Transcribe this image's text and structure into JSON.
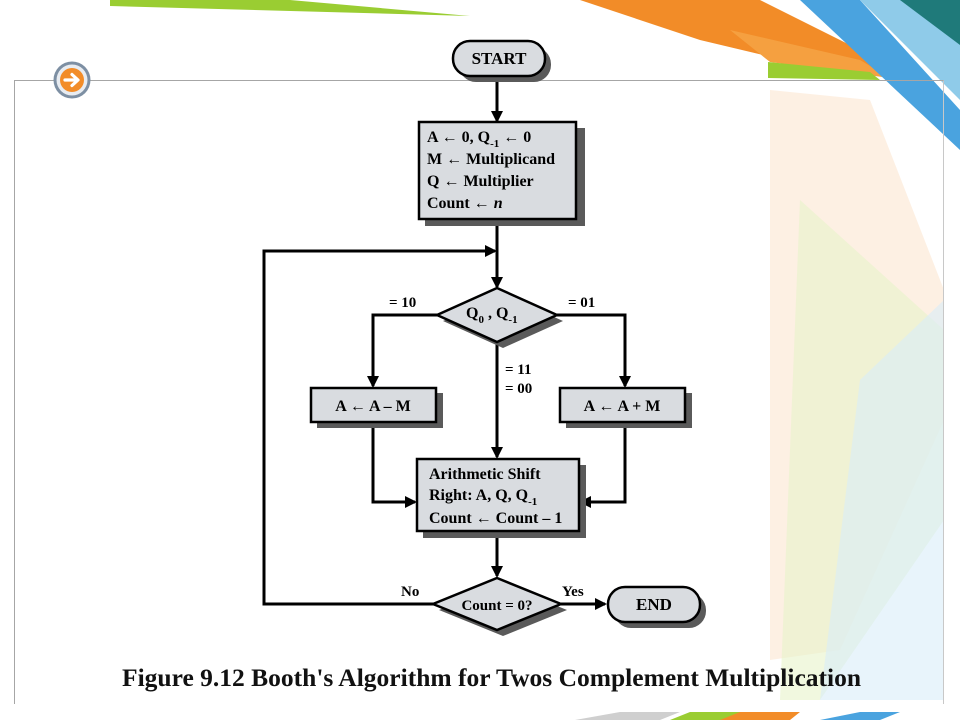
{
  "diagram": {
    "start": "START",
    "init": {
      "line1_a": "A ← 0, Q",
      "line1_sub": "-1",
      "line1_b": " ← 0",
      "line2": "M ← Multiplicand",
      "line3": "Q ← Multiplier",
      "line4_a": "Count ← ",
      "line4_b": "n"
    },
    "decision1": {
      "a": "Q",
      "sub0": "0",
      "mid": " , Q",
      "sub1": "-1"
    },
    "branch_left_label": "= 10",
    "branch_right_label": "= 01",
    "branch_mid_label_1": "= 11",
    "branch_mid_label_2": "= 00",
    "subtract": "A ← A – M",
    "add": "A ← A + M",
    "shift": {
      "line1": "Arithmetic Shift",
      "line2_a": "Right: A, Q, Q",
      "line2_sub": "-1",
      "line3": "Count ← Count – 1"
    },
    "decision2": "Count = 0?",
    "no_label": "No",
    "yes_label": "Yes",
    "end": "END"
  },
  "caption": "Figure 9.12  Booth's Algorithm for Twos Complement Multiplication",
  "colors": {
    "node_fill": "#d9dce0",
    "accent_green": "#9acd32",
    "accent_orange": "#f28c28",
    "accent_blue": "#4aa3df",
    "accent_teal": "#1f7a7a"
  },
  "icons": {
    "nav": "arrow-right-circle-icon"
  }
}
